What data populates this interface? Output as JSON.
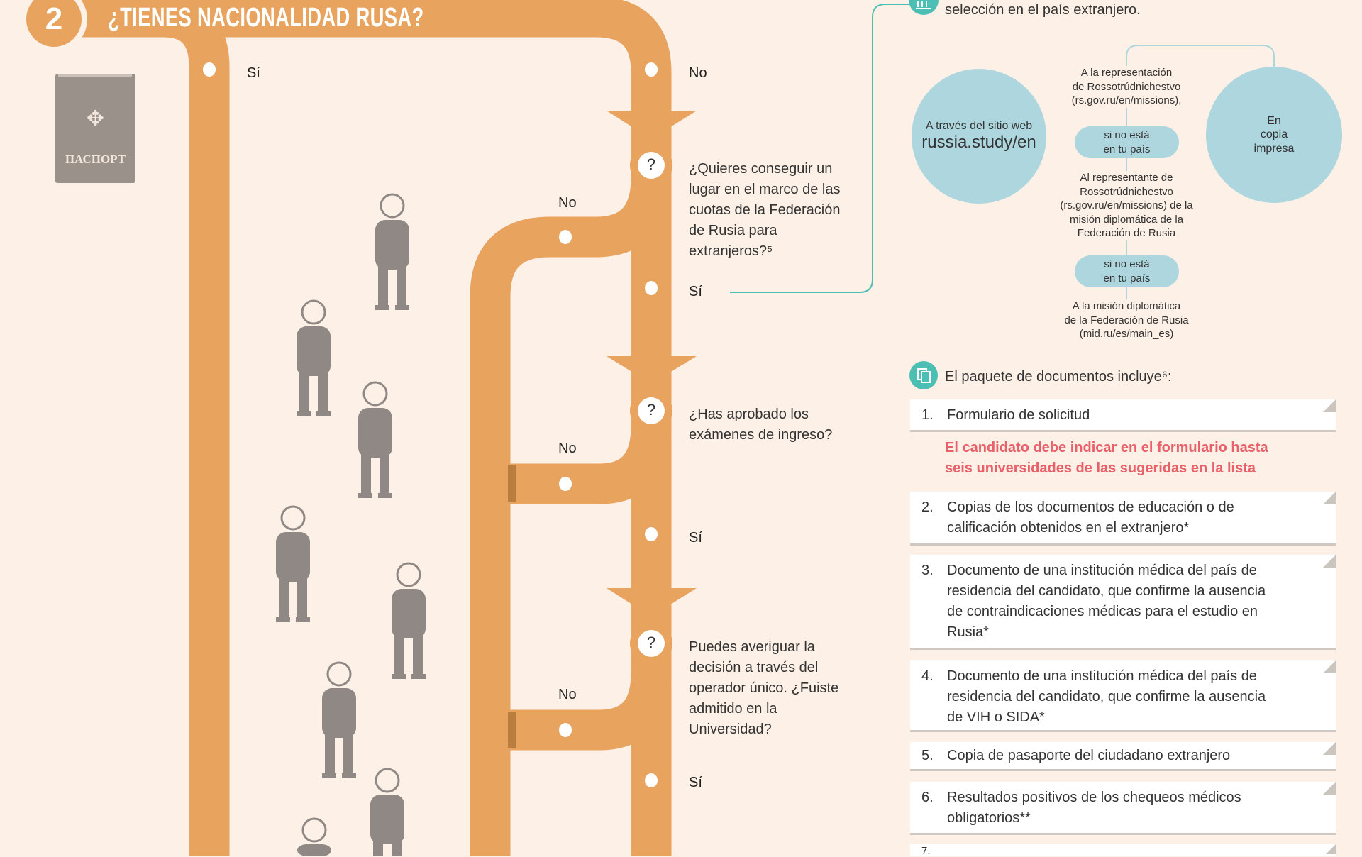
{
  "colors": {
    "track": "#e8a35f",
    "background": "#fdf0e6",
    "teal": "#4cbfb5",
    "bubble": "#aed6df",
    "note": "#e8606a",
    "figure": "#8f8884"
  },
  "step": {
    "number": "2",
    "title": "¿TIENES NACIONALIDAD RUSA?"
  },
  "passport": {
    "label": "ПАСПОРТ",
    "icon": "passport-icon"
  },
  "labels": {
    "yes": "Sí",
    "no": "No"
  },
  "questions": [
    {
      "text": "¿Quieres conseguir un\nlugar en el marco de las\ncuotas de la Federación\nde Rusia para\nextranjeros?⁵",
      "mark": "?"
    },
    {
      "text": "¿Has aprobado los\nexámenes de ingreso?",
      "mark": "?"
    },
    {
      "text": "Puedes averiguar la\ndecisión a través del\noperador único. ¿Fuiste\nadmitido en la\nUniversidad?",
      "mark": "?"
    }
  ],
  "selection": {
    "icon": "institution-icon",
    "text": "selección en el país extranjero."
  },
  "submission": {
    "online_prefix": "A través del sitio web",
    "online_site": "russia.study/en",
    "printed": "En\ncopia\nimpresa",
    "step1": "A la representación\nde Rossotrúdnichestvo\n(rs.gov.ru/en/missions),",
    "condition1": "si no está\nen tu país",
    "step2": "Al representante de\nRossotrúdnichestvo\n(rs.gov.ru/en/missions) de la\nmisión diplomática de la\nFederación de Rusia",
    "condition2": "si no está\nen tu país",
    "step3": "A la misión diplomática\nde la Federación de Rusia\n(mid.ru/es/main_es)"
  },
  "documents": {
    "icon": "documents-icon",
    "heading": "El paquete de documentos incluye⁶:",
    "note": "El candidato debe indicar en el formulario hasta\nseis universidades de las sugeridas en la lista",
    "items": [
      {
        "num": "1.",
        "text": "Formulario de solicitud"
      },
      {
        "num": "2.",
        "text": "Copias de los documentos de educación o de\ncalificación obtenidos en el extranjero*"
      },
      {
        "num": "3.",
        "text": "Documento de una institución médica del país de\nresidencia del candidato, que confirme la ausencia\nde contraindicaciones médicas para el estudio en\nRusia*"
      },
      {
        "num": "4.",
        "text": "Documento de una institución médica del país de\nresidencia del candidato, que confirme la ausencia\nde VIH o SIDA*"
      },
      {
        "num": "5.",
        "text": "Copia de pasaporte del ciudadano extranjero"
      },
      {
        "num": "6.",
        "text": "Resultados positivos de los chequeos médicos\nobligatorios**"
      },
      {
        "num": "7.",
        "text": ""
      }
    ]
  }
}
